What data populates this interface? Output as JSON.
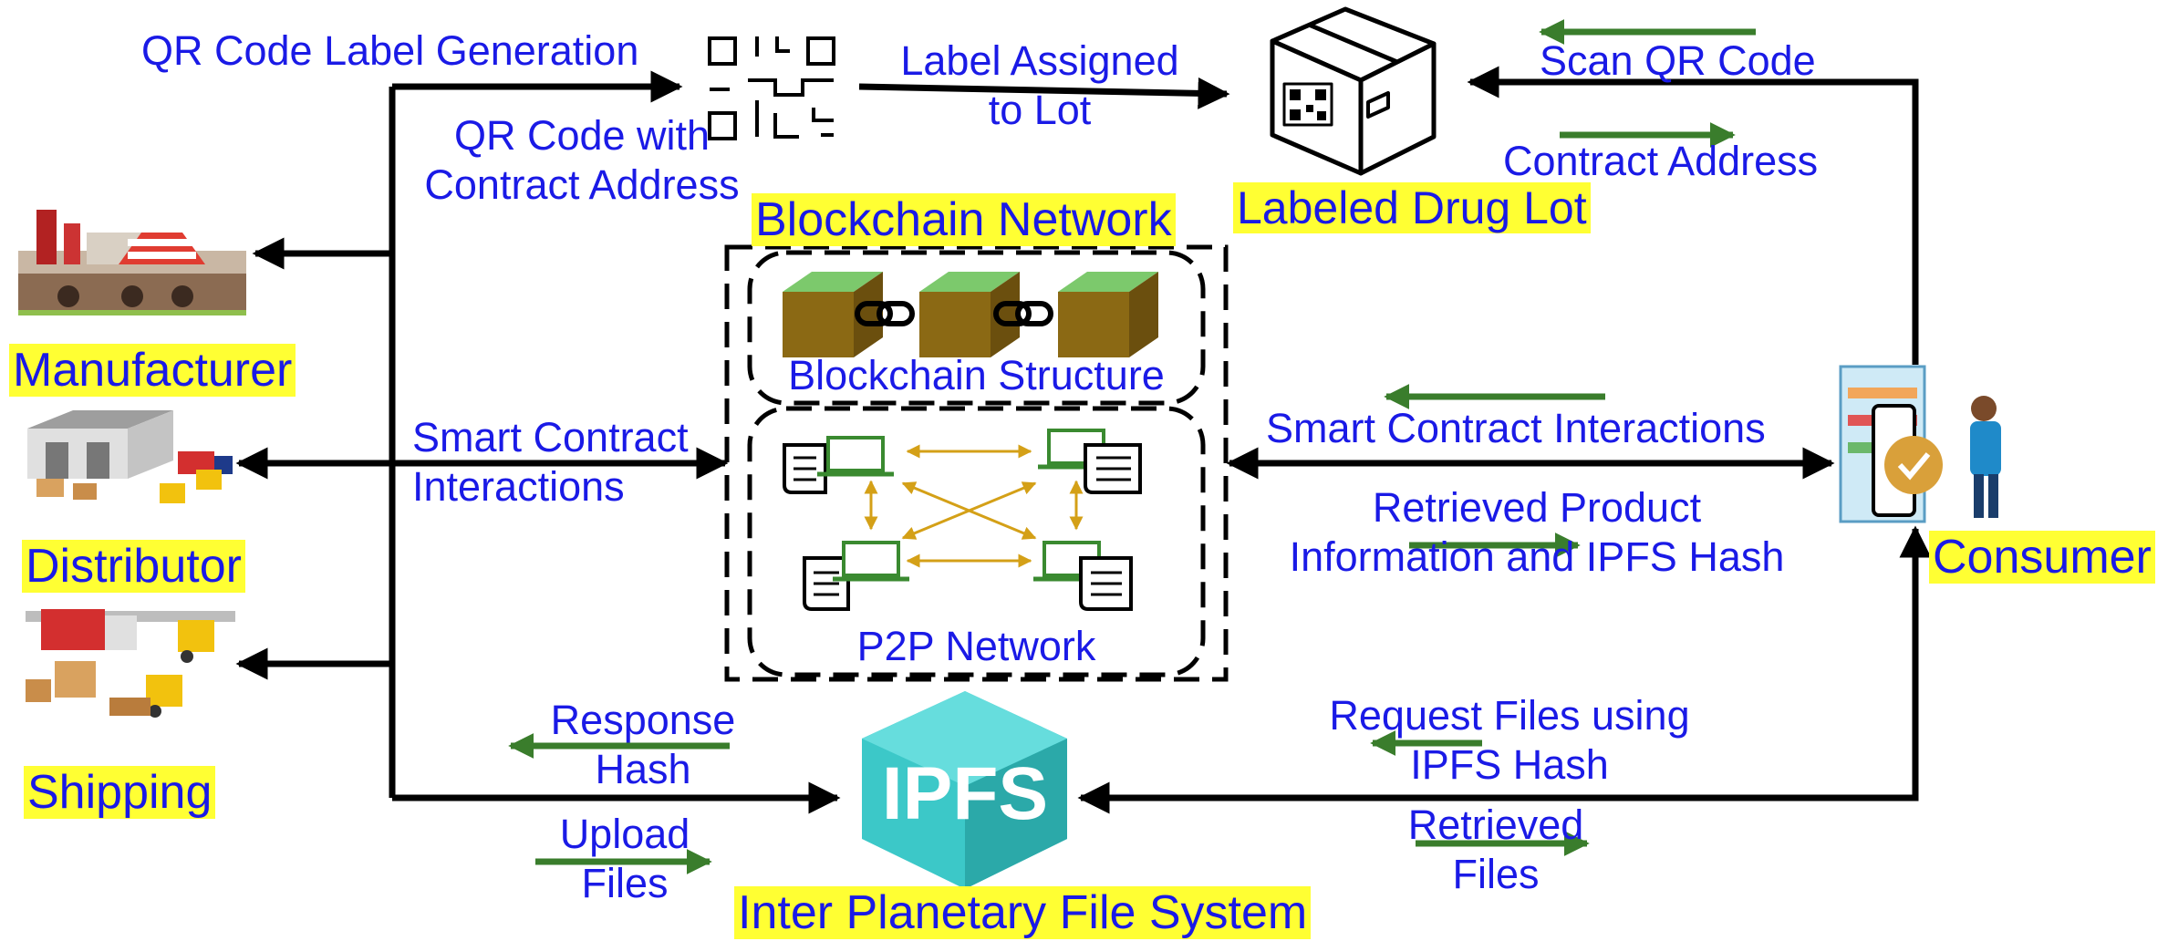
{
  "entities": {
    "manufacturer": "Manufacturer",
    "distributor": "Distributor",
    "shipping": "Shipping",
    "consumer": "Consumer",
    "labeled_drug_lot": "Labeled Drug Lot",
    "blockchain_network": "Blockchain Network",
    "blockchain_structure": "Blockchain Structure",
    "p2p_network": "P2P Network",
    "ipfs": "Inter Planetary File System",
    "ipfs_logo": "IPFS"
  },
  "flows": {
    "qr_generation": "QR Code Label Generation",
    "qr_contract_line1": "QR Code with",
    "qr_contract_line2": "Contract Address",
    "label_assigned_line1": "Label Assigned",
    "label_assigned_line2": "to Lot",
    "scan_qr": "Scan QR Code",
    "contract_address": "Contract Address",
    "sc_left_line1": "Smart Contract",
    "sc_left_line2": "Interactions",
    "sc_right": "Smart Contract Interactions",
    "retrieved_info_line1": "Retrieved Product",
    "retrieved_info_line2": "Information and IPFS Hash",
    "response_hash_line1": "Response",
    "response_hash_line2": "Hash",
    "upload_line1": "Upload",
    "upload_line2": "Files",
    "request_line1": "Request Files using",
    "request_line2": "IPFS Hash",
    "retrieved_files_line1": "Retrieved",
    "retrieved_files_line2": "Files"
  },
  "colors": {
    "label_text": "#1a1ae6",
    "highlight": "#ffff33",
    "flow_arrow": "#000000",
    "direction_arrow": "#3a7d2c",
    "p2p_link": "#d4a017",
    "ipfs_hex": "#3cc8c8"
  }
}
